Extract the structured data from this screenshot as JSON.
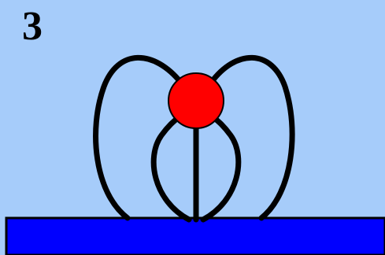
{
  "step": {
    "number": "3"
  },
  "colors": {
    "background": "#a6ccfa",
    "base": "#0000ff",
    "ball": "#ff0000",
    "stroke": "#000000"
  },
  "shapes": {
    "ball": "red-circle",
    "base": "blue-rectangle",
    "loops": "black-curved-strokes"
  }
}
